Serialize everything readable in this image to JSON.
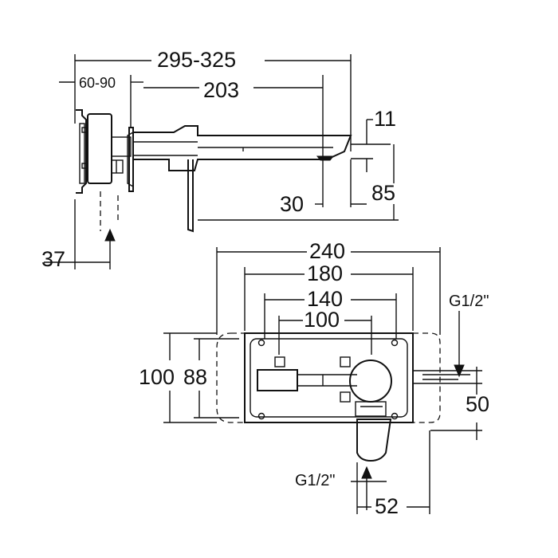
{
  "side_view": {
    "dimensions": {
      "overall_length": "295-325",
      "wall_depth": "60-90",
      "spout_length": "203",
      "spout_thickness": "11",
      "spout_drop": "30",
      "spout_height": "85",
      "inlet_offset": "37"
    }
  },
  "front_view": {
    "dimensions": {
      "plate_width": "240",
      "box_width": "180",
      "fixing_width": "140",
      "inlet_width": "100",
      "plate_height": "100",
      "box_height": "88",
      "outlet_spacing": "50",
      "handle_width": "52"
    },
    "threads": {
      "outlet_thread": "G1/2\"",
      "inlet_thread": "G1/2\""
    }
  },
  "colors": {
    "line": "#111111",
    "background": "#ffffff"
  }
}
